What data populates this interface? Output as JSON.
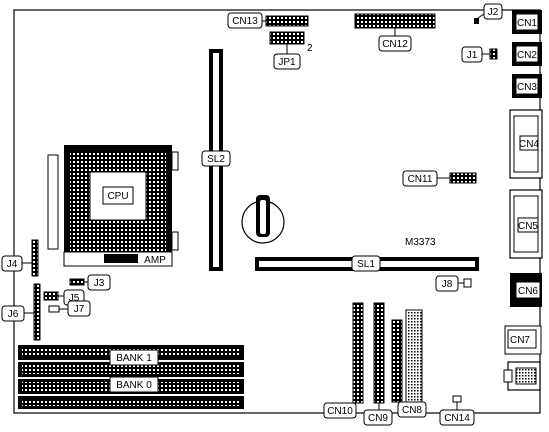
{
  "diagram": {
    "model": "M3373",
    "labels": {
      "cn1": "CN1",
      "cn2": "CN2",
      "cn3": "CN3",
      "cn4": "CN4",
      "cn5": "CN5",
      "cn6": "CN6",
      "cn7": "CN7",
      "cn8": "CN8",
      "cn9": "CN9",
      "cn10": "CN10",
      "cn11": "CN11",
      "cn12": "CN12",
      "cn13": "CN13",
      "cn14": "CN14",
      "j1": "J1",
      "j2": "J2",
      "j3": "J3",
      "j4": "J4",
      "j5": "J5",
      "j6": "J6",
      "j7": "J7",
      "j8": "J8",
      "jp1": "JP1",
      "jp1_pin": "2",
      "sl1": "SL1",
      "sl2": "SL2",
      "cpu": "CPU",
      "amp": "AMP",
      "bank1": "BANK 1",
      "bank0": "BANK 0"
    }
  }
}
